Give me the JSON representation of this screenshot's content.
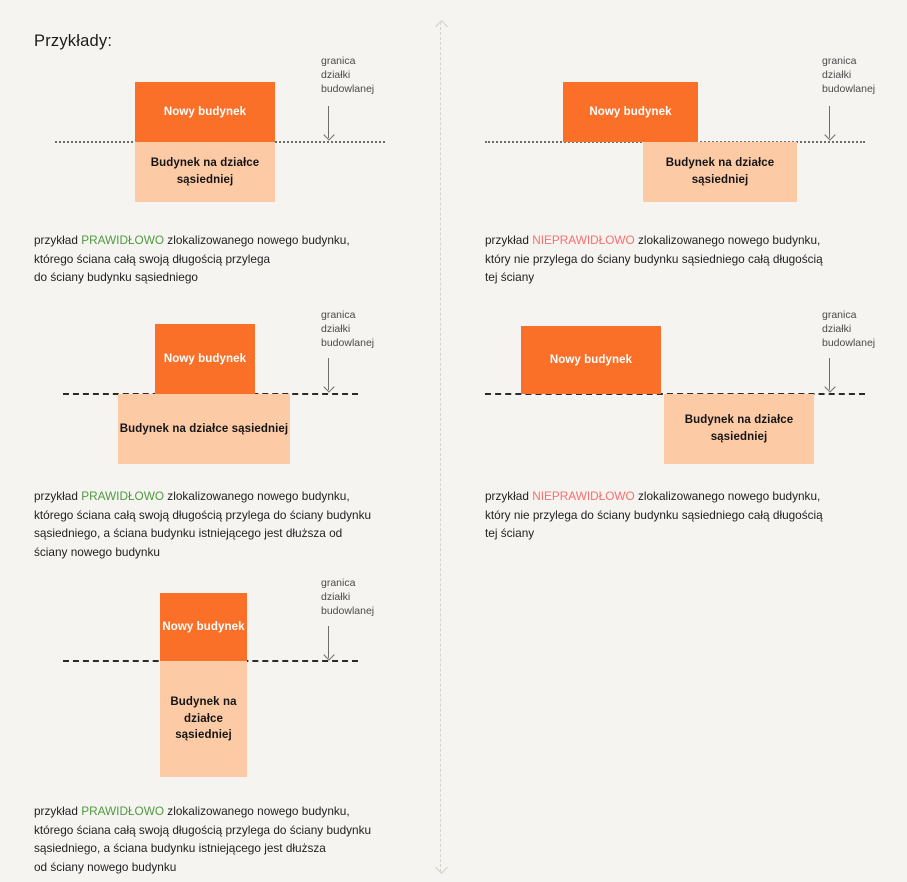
{
  "page": {
    "title": "Przykłady:",
    "background": "#f5f4f0",
    "colors": {
      "new_building": "#fa7029",
      "neighbour_building": "#fdcaa6",
      "verdict_correct": "#4f9a3f",
      "verdict_incorrect": "#fa6f6f",
      "boundary_line": "#2b2b2b",
      "divider": "#d6d3cc"
    }
  },
  "labels": {
    "new_building": "Nowy budynek",
    "new_building_wrapped": "Nowy\nbudynek",
    "neighbour_building": "Budynek na działce\nsąsiedniej",
    "neighbour_building_wrapped": "Budynek\nna działce\nsąsiedniej",
    "boundary_note": "granica\ndziałki\nbudowlanej"
  },
  "examples": [
    {
      "id": "left-1",
      "column": "left",
      "verdict": "PRAWIDŁOWO",
      "verdict_type": "correct",
      "caption_prefix": "przykład ",
      "caption_rest": " zlokalizowanego nowego budynku, którego ściana całą swoją długością przylega do ściany budynku sąsiedniego",
      "new_building_label": "Nowy budynek",
      "neighbour_building_label": "Budynek na działce sąsiedniej",
      "boundary_note": "granica działki budowlanej"
    },
    {
      "id": "right-1",
      "column": "right",
      "verdict": "NIEPRAWIDŁOWO",
      "verdict_type": "incorrect",
      "caption_prefix": "przykład ",
      "caption_rest": " zlokalizowanego nowego budynku, który nie przylega do ściany budynku sąsiedniego całą długością tej ściany",
      "new_building_label": "Nowy budynek",
      "neighbour_building_label": "Budynek na działce sąsiedniej",
      "boundary_note": "granica działki budowlanej"
    },
    {
      "id": "left-2",
      "column": "left",
      "verdict": "PRAWIDŁOWO",
      "verdict_type": "correct",
      "caption_prefix": "przykład ",
      "caption_rest": " zlokalizowanego nowego budynku, którego ściana całą swoją długością przylega do ściany budynku sąsiedniego, a ściana budynku istniejącego jest dłuższa od ściany nowego budynku",
      "new_building_label": "Nowy budynek",
      "neighbour_building_label": "Budynek na działce sąsiedniej",
      "boundary_note": "granica działki budowlanej"
    },
    {
      "id": "right-2",
      "column": "right",
      "verdict": "NIEPRAWIDŁOWO",
      "verdict_type": "incorrect",
      "caption_prefix": "przykład ",
      "caption_rest": " zlokalizowanego nowego budynku, który nie przylega do ściany budynku sąsiedniego całą długością tej ściany",
      "new_building_label": "Nowy budynek",
      "neighbour_building_label": "Budynek na działce sąsiedniej",
      "boundary_note": "granica działki budowlanej"
    },
    {
      "id": "left-3",
      "column": "left",
      "verdict": "PRAWIDŁOWO",
      "verdict_type": "correct",
      "caption_prefix": "przykład ",
      "caption_rest": " zlokalizowanego nowego budynku, którego ściana całą swoją długością przylega do ściany budynku sąsiedniego, a ściana budynku istniejącego jest dłuższa od ściany nowego budynku",
      "new_building_label": "Nowy budynek",
      "neighbour_building_label": "Budynek na działce sąsiedniej",
      "boundary_note": "granica działki budowlanej"
    }
  ],
  "captions": {
    "left_1_line1_a": "przykład ",
    "left_1_verdict": "PRAWIDŁOWO",
    "left_1_line1_b": " zlokalizowanego nowego budynku,",
    "left_1_line2": "którego ściana całą swoją długością przylega",
    "left_1_line3": "do ściany budynku sąsiedniego",
    "right_1_line1_a": "przykład ",
    "right_1_verdict": "NIEPRAWIDŁOWO",
    "right_1_line1_b": " zlokalizowanego nowego budynku,",
    "right_1_line2": "który nie przylega do ściany budynku sąsiedniego całą długością",
    "right_1_line3": "tej ściany",
    "left_2_line1_a": "przykład ",
    "left_2_verdict": "PRAWIDŁOWO",
    "left_2_line1_b": " zlokalizowanego nowego budynku,",
    "left_2_line2": "którego ściana całą swoją długością przylega do ściany budynku",
    "left_2_line3": "sąsiedniego, a ściana budynku istniejącego jest dłuższa od",
    "left_2_line4": "ściany nowego budynku",
    "right_2_line1_a": "przykład ",
    "right_2_verdict": "NIEPRAWIDŁOWO",
    "right_2_line1_b": " zlokalizowanego nowego budynku,",
    "right_2_line2": "który nie przylega do ściany budynku sąsiedniego całą długością",
    "right_2_line3": "tej ściany",
    "left_3_line1_a": "przykład ",
    "left_3_verdict": "PRAWIDŁOWO",
    "left_3_line1_b": " zlokalizowanego nowego budynku,",
    "left_3_line2": "którego ściana całą swoją długością przylega do ściany budynku",
    "left_3_line3": "sąsiedniego, a ściana budynku istniejącego jest dłuższa",
    "left_3_line4": "od ściany nowego budynku"
  },
  "boundary_notes": {
    "l1": "granica\ndziałki\nbudowlanej",
    "r1": "granica\ndziałki\nbudowlanej",
    "l2": "granica\ndziałki\nbudowlanej",
    "r2": "granica\ndziałki\nbudowlanej",
    "l3": "granica\ndziałki\nbudowlanej"
  },
  "building_labels": {
    "l1_new": "Nowy budynek",
    "l1_neighbour": "Budynek na działce\nsąsiedniej",
    "r1_new": "Nowy budynek",
    "r1_neighbour": "Budynek na działce\nsąsiedniej",
    "l2_new": "Nowy budynek",
    "l2_neighbour": "Budynek na działce\nsąsiedniej",
    "r2_new": "Nowy budynek",
    "r2_neighbour": "Budynek na działce\nsąsiedniej",
    "l3_new": "Nowy\nbudynek",
    "l3_neighbour": "Budynek\nna działce\nsąsiedniej"
  }
}
